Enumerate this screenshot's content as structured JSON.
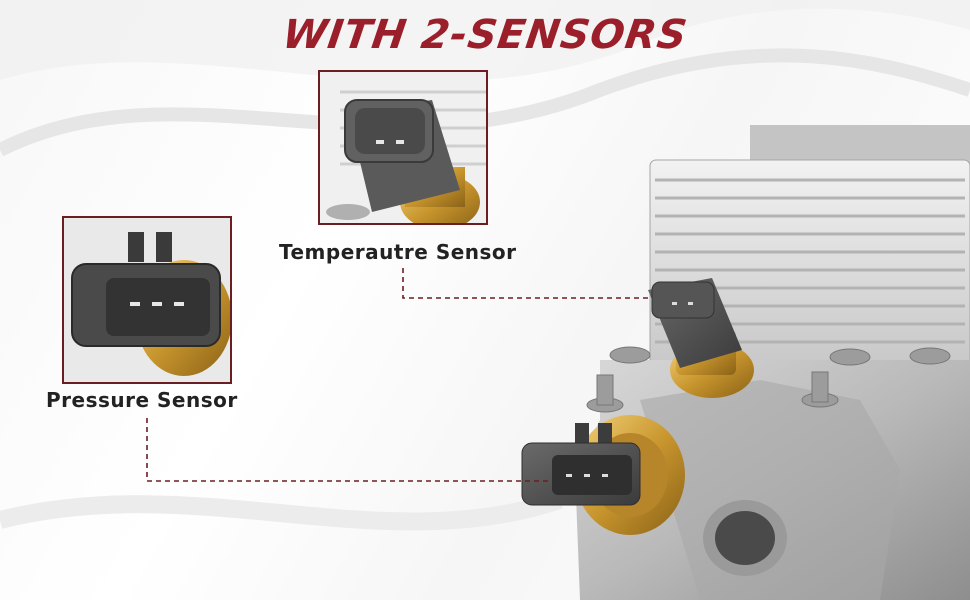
{
  "title": "WITH 2-SENSORS",
  "callouts": {
    "temperature": "Temperautre Sensor",
    "pressure": "Pressure Sensor"
  },
  "colors": {
    "title": "#9a1f2b",
    "inset_border": "#6b1e22",
    "leader_line": "#6b1e22",
    "label_text": "#222222"
  }
}
